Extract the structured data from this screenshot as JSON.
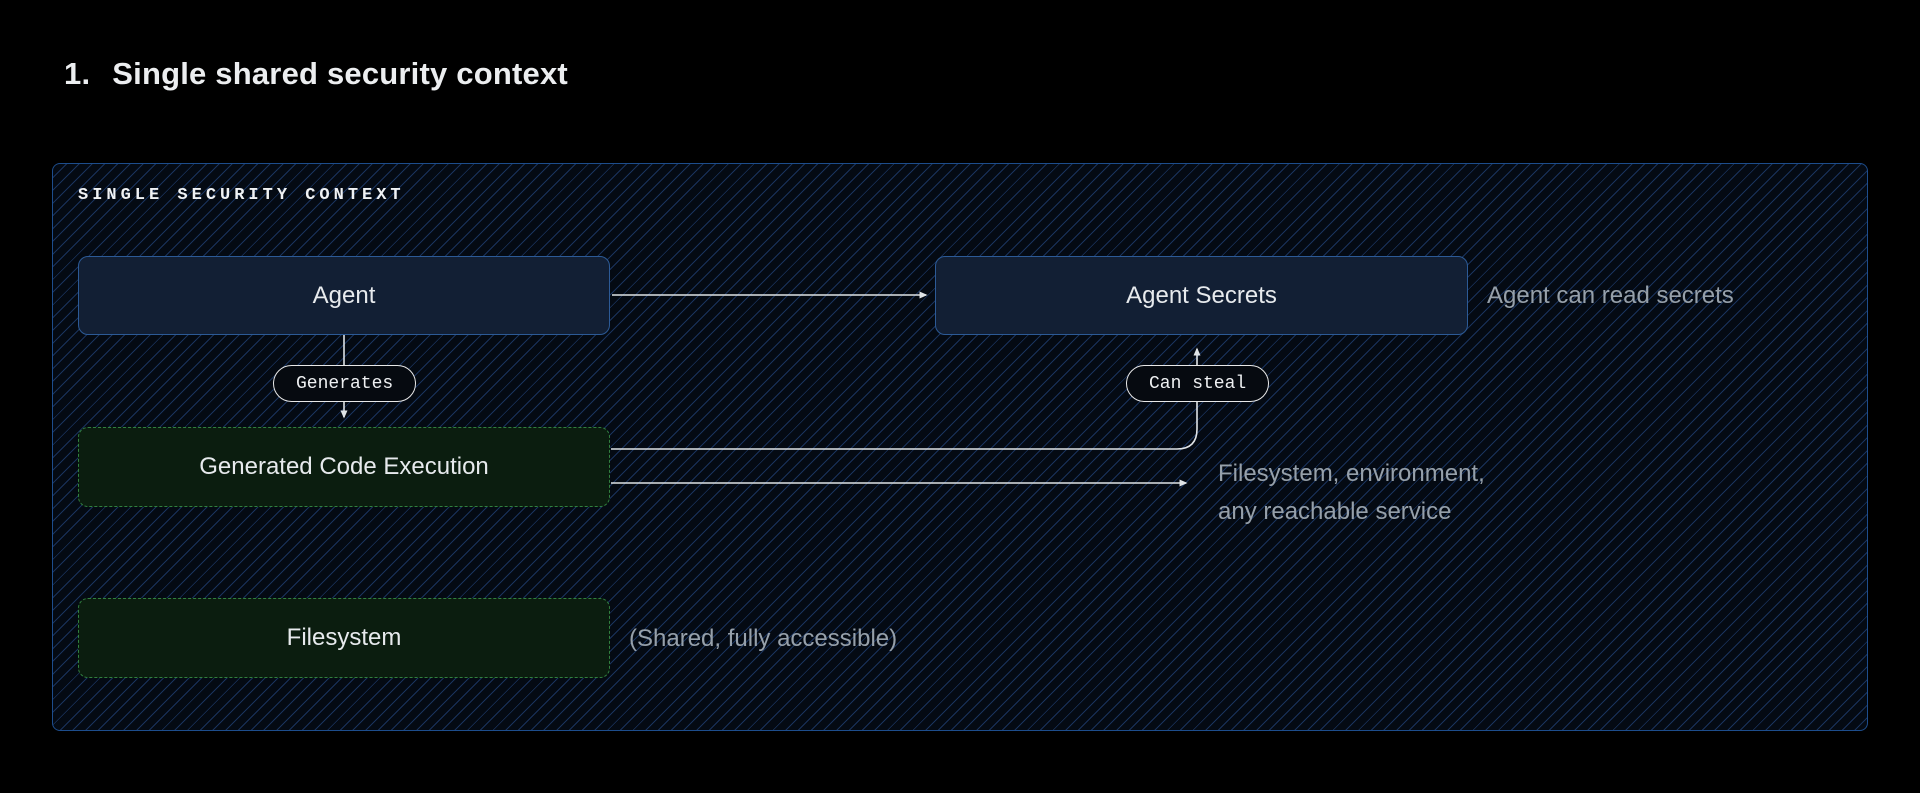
{
  "page": {
    "title_number": "1.",
    "title": "Single shared security context"
  },
  "panel": {
    "label": "SINGLE SECURITY CONTEXT"
  },
  "nodes": {
    "agent": {
      "label": "Agent",
      "kind": "blue"
    },
    "agent_secrets": {
      "label": "Agent Secrets",
      "kind": "blue"
    },
    "generated_code_execution": {
      "label": "Generated Code Execution",
      "kind": "green"
    },
    "filesystem": {
      "label": "Filesystem",
      "kind": "green"
    }
  },
  "edges": {
    "agent_to_secrets": {
      "from": "agent",
      "to": "agent_secrets",
      "label": ""
    },
    "agent_to_generated_code": {
      "from": "agent",
      "to": "generated_code_execution",
      "label": "Generates"
    },
    "generated_code_to_secrets": {
      "from": "generated_code_execution",
      "to": "agent_secrets",
      "label": "Can steal"
    },
    "generated_code_to_services": {
      "from": "generated_code_execution",
      "to": "reachable_services_note",
      "label": ""
    }
  },
  "annotations": {
    "read_secrets": "Agent can read secrets",
    "reachable_line1": "Filesystem, environment,",
    "reachable_line2": "any reachable service",
    "shared": "(Shared, fully accessible)"
  },
  "colors": {
    "background": "#000000",
    "panel_background": "#040a13",
    "panel_border": "#1d4d8c",
    "hatch_line": "#2a5499",
    "blue_node_fill": "#121f34",
    "blue_node_border": "#2c5a96",
    "green_node_fill": "#0b1d0f",
    "green_node_border": "#31803f",
    "arrow": "#dfe3e6",
    "pill_border": "#e8e8e8",
    "pill_fill": "#060a10",
    "text_primary": "#e7eaed",
    "text_muted": "#96a0aa"
  }
}
